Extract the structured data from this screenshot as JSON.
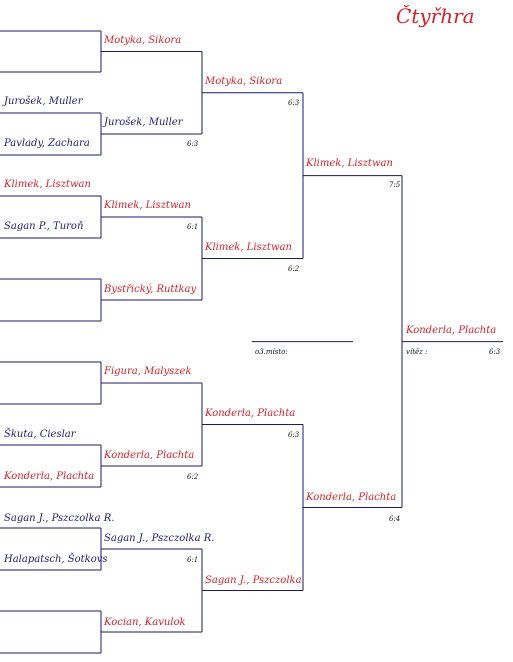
{
  "title": "Čtyřhra",
  "r1": [
    {
      "name": "",
      "color": "blue"
    },
    {
      "name": "Jurošek, Muller",
      "color": "blue"
    },
    {
      "name": "Pavlady, Zachara",
      "color": "blue"
    },
    {
      "name": "Klimek, Lisztwan",
      "color": "red"
    },
    {
      "name": "Sagan P., Turoň",
      "color": "blue"
    },
    {
      "name": "",
      "color": "blue"
    },
    {
      "name": "",
      "color": "blue"
    },
    {
      "name": "Škuta, Cieslar",
      "color": "blue"
    },
    {
      "name": "Konderla, Plachta",
      "color": "red"
    },
    {
      "name": "Sagan J., Pszczolka R.",
      "color": "blue"
    },
    {
      "name": "Halapatsch, Šotkovs",
      "color": "blue"
    },
    {
      "name": ""
    }
  ],
  "r2": [
    {
      "name": "Motyka, Sikora",
      "color": "red",
      "score": ""
    },
    {
      "name": "Jurošek, Muller",
      "color": "blue",
      "score": "6:3"
    },
    {
      "name": "Klimek, Lisztwan",
      "color": "red",
      "score": "6:1"
    },
    {
      "name": "Bystřický, Ruttkay",
      "color": "red",
      "score": ""
    },
    {
      "name": "Figura, Malyszek",
      "color": "red",
      "score": ""
    },
    {
      "name": "Konderla, Plachta",
      "color": "red",
      "score": "6:2"
    },
    {
      "name": "Sagan J., Pszczolka R.",
      "color": "blue",
      "score": "6:1"
    },
    {
      "name": "Kocian, Kavulok",
      "color": "red",
      "score": ""
    }
  ],
  "r3": [
    {
      "name": "Motyka, Sikora",
      "color": "red",
      "score": "6:3"
    },
    {
      "name": "Klimek, Lisztwan",
      "color": "red",
      "score": "6:2"
    },
    {
      "name": "Konderla, Plachta",
      "color": "red",
      "score": "6:3"
    },
    {
      "name": "Sagan J., Pszczolka",
      "color": "red",
      "score": ""
    }
  ],
  "r4": [
    {
      "name": "Klimek, Lisztwan",
      "color": "red",
      "score": "7:5"
    },
    {
      "name": "Konderla, Plachta",
      "color": "red",
      "score": "6:4"
    }
  ],
  "final": {
    "name": "Konderla, Plachta",
    "color": "red",
    "label": "vítěz :",
    "score": "6:3"
  },
  "third_place": {
    "label": "o3.místo:"
  },
  "colors": {
    "red": "#d8202a",
    "blue": "#1a1a7a",
    "line": "#1a1a6a"
  }
}
